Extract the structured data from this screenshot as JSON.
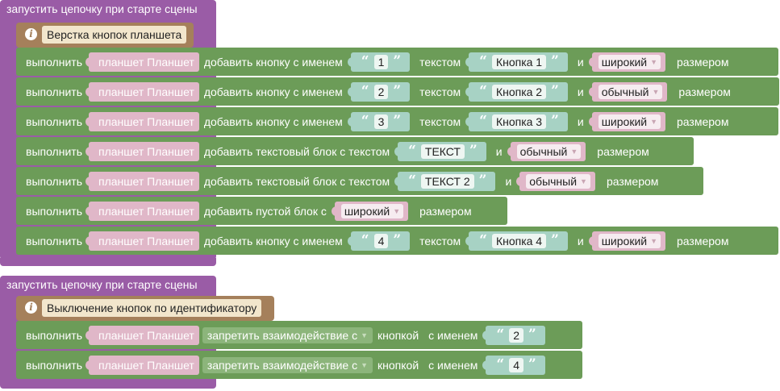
{
  "event1": {
    "header": "запустить цепочку при старте сцены",
    "comment": "Верстка кнопок планшета",
    "rows": [
      {
        "do": "выполнить",
        "obj": "планшет Планшет",
        "action": "добавить кнопку с именем",
        "name": "1",
        "with_text": "текстом",
        "text": "Кнопка 1",
        "and": "и",
        "size": "широкий",
        "size_label": "размером"
      },
      {
        "do": "выполнить",
        "obj": "планшет Планшет",
        "action": "добавить кнопку с именем",
        "name": "2",
        "with_text": "текстом",
        "text": "Кнопка 2",
        "and": "и",
        "size": "обычный",
        "size_label": "размером"
      },
      {
        "do": "выполнить",
        "obj": "планшет Планшет",
        "action": "добавить кнопку с именем",
        "name": "3",
        "with_text": "текстом",
        "text": "Кнопка 3",
        "and": "и",
        "size": "широкий",
        "size_label": "размером"
      },
      {
        "do": "выполнить",
        "obj": "планшет Планшет",
        "action": "добавить текстовый блок с текстом",
        "text": "ТЕКСТ",
        "and": "и",
        "size": "обычный",
        "size_label": "размером"
      },
      {
        "do": "выполнить",
        "obj": "планшет Планшет",
        "action": "добавить текстовый блок с текстом",
        "text": "ТЕКСТ 2",
        "and": "и",
        "size": "обычный",
        "size_label": "размером"
      },
      {
        "do": "выполнить",
        "obj": "планшет Планшет",
        "action": "добавить пустой блок с",
        "size": "широкий",
        "size_label": "размером"
      },
      {
        "do": "выполнить",
        "obj": "планшет Планшет",
        "action": "добавить кнопку с именем",
        "name": "4",
        "with_text": "текстом",
        "text": "Кнопка 4",
        "and": "и",
        "size": "широкий",
        "size_label": "размером"
      }
    ]
  },
  "event2": {
    "header": "запустить цепочку при старте сцены",
    "comment": "Выключение кнопок по идентификатору",
    "rows": [
      {
        "do": "выполнить",
        "obj": "планшет Планшет",
        "action": "запретить взаимодействие с",
        "target": "кнопкой",
        "name_label": "с именем",
        "name": "2"
      },
      {
        "do": "выполнить",
        "obj": "планшет Планшет",
        "action": "запретить взаимодействие с",
        "target": "кнопкой",
        "name_label": "с именем",
        "name": "4"
      }
    ]
  },
  "colors": {
    "event": "#9a5ca6",
    "action_row": "#6c9c58",
    "comment": "#a5805b",
    "object_block": "#e0b7c8",
    "string_block": "#a7d2c4"
  },
  "icons": {
    "comment": "info-icon",
    "dropdown": "dropdown-arrow-icon"
  }
}
